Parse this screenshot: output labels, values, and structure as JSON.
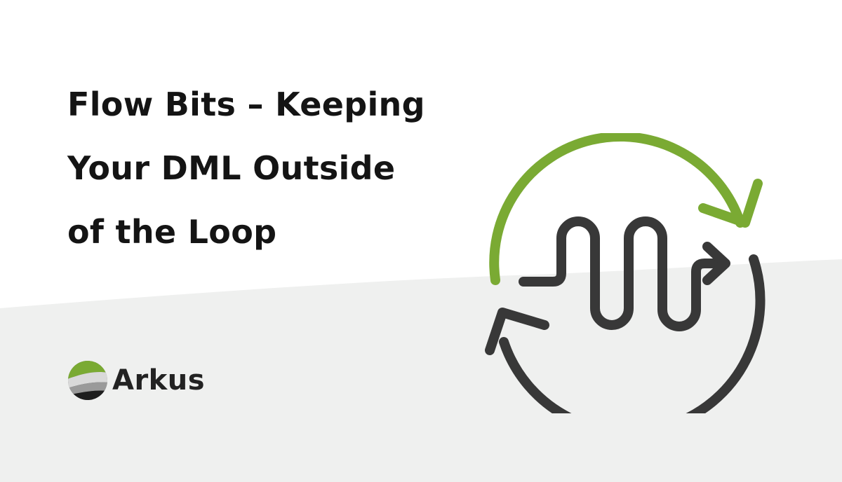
{
  "title": {
    "lines": [
      "Flow Bits – Keeping",
      "Your DML Outside",
      "of the Loop"
    ]
  },
  "brand": {
    "name": "Arkus"
  },
  "colors": {
    "accent_green": "#7aaa33",
    "dark_gray": "#383838",
    "background": "#ffffff",
    "wave_gray": "#eff0ef",
    "title_text": "#141414"
  },
  "icons": {
    "illustration": "refresh-loop-icon",
    "logo": "arkus-logo-mark"
  }
}
